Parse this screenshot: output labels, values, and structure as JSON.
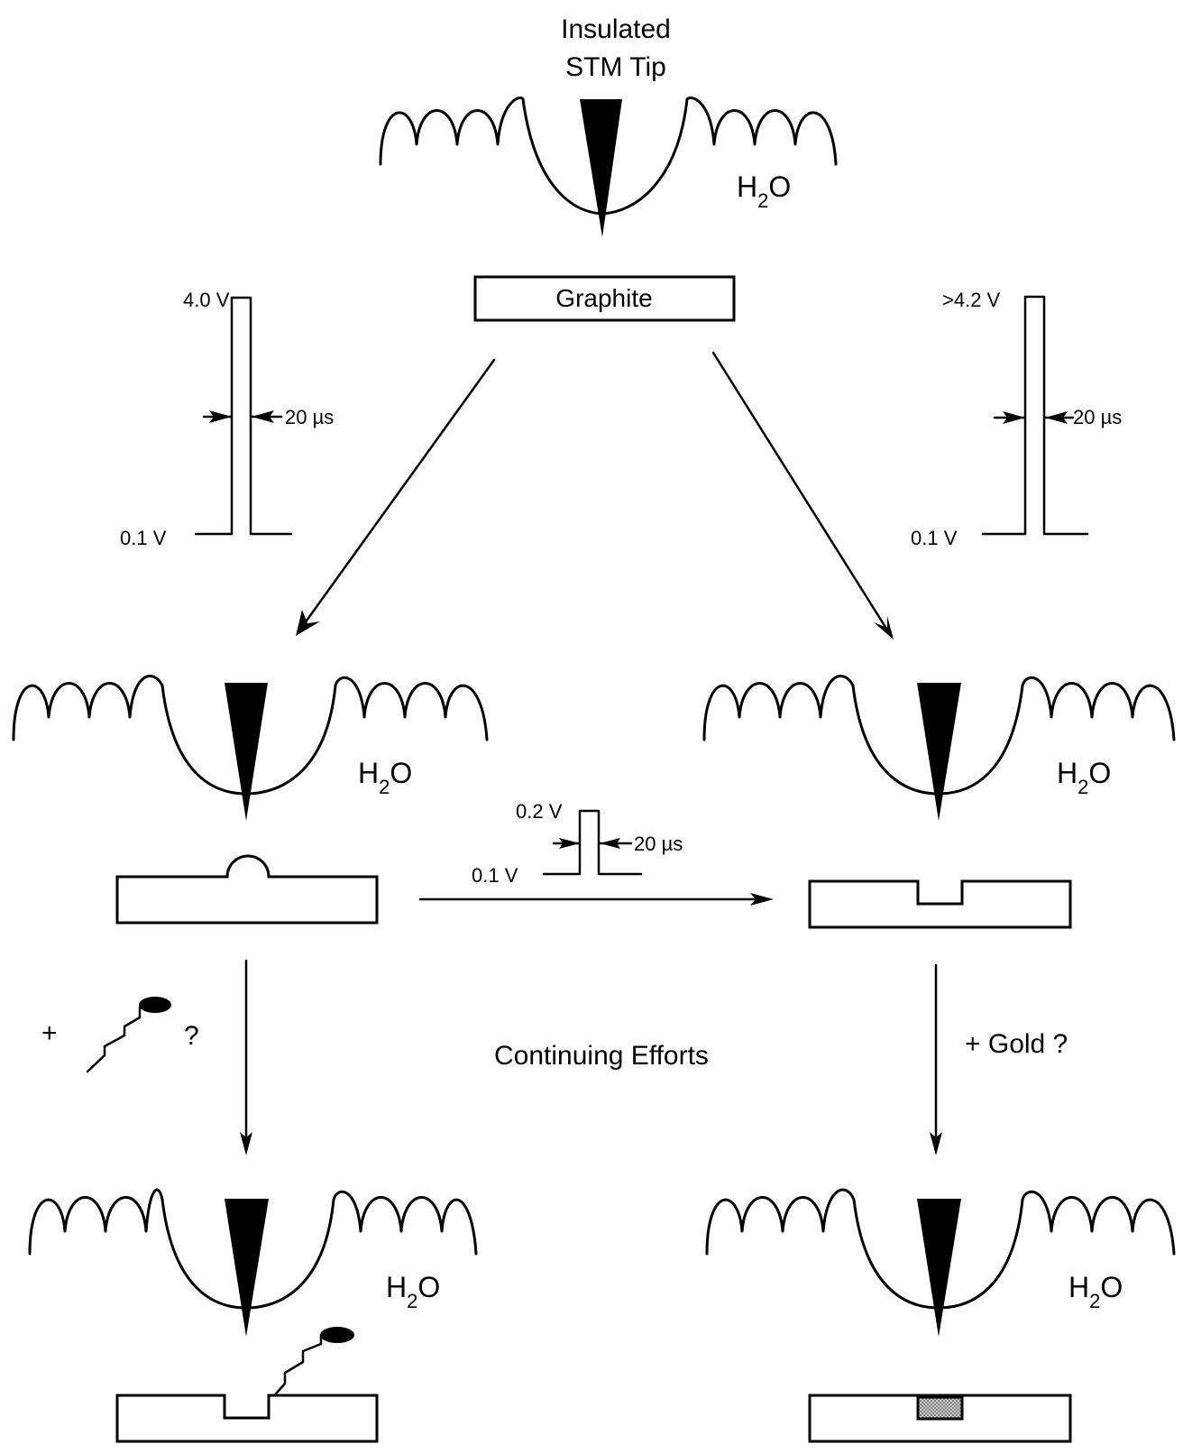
{
  "title_line1": "Insulated",
  "title_line2": "STM Tip",
  "water": {
    "main": "H",
    "sub": "2",
    "end": "O"
  },
  "graphite_label": "Graphite",
  "pulse_left": {
    "high": "4.0 V",
    "low": "0.1 V",
    "width": "20 µs"
  },
  "pulse_right": {
    "high": ">4.2 V",
    "low": "0.1 V",
    "width": "20 µs"
  },
  "pulse_middle": {
    "high": "0.2 V",
    "low": "0.1 V",
    "width": "20 µs"
  },
  "left_reagent": {
    "plus": "+",
    "question": "?"
  },
  "center_note": "Continuing Efforts",
  "right_reagent": "+ Gold ?"
}
